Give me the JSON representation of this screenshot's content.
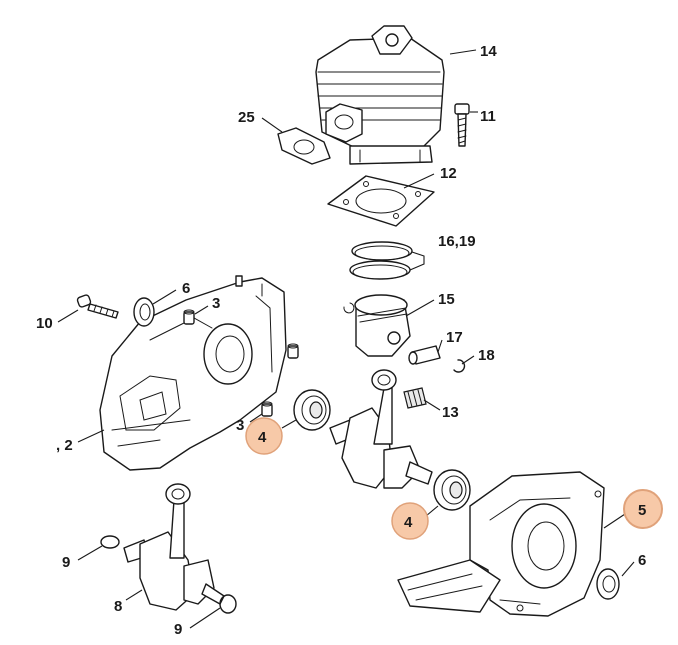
{
  "colors": {
    "line": "#1a1a1a",
    "highlight_fill": "#f7c9a8",
    "highlight_stroke": "#e0a27a"
  },
  "labels": {
    "l14": "14",
    "l25": "25",
    "l11": "11",
    "l12": "12",
    "l16_19": "16,19",
    "l6_top": "6",
    "l3_top": "3",
    "l10": "10",
    "l15": "15",
    "l17": "17",
    "l18": "18",
    "l13": "13",
    "l3_mid": "3",
    "l4_left": "4",
    "l2": ", 2",
    "l4_right": "4",
    "l5": "5",
    "l6_bottom": "6",
    "l9_top": "9",
    "l8": "8",
    "l9_bottom": "9"
  }
}
